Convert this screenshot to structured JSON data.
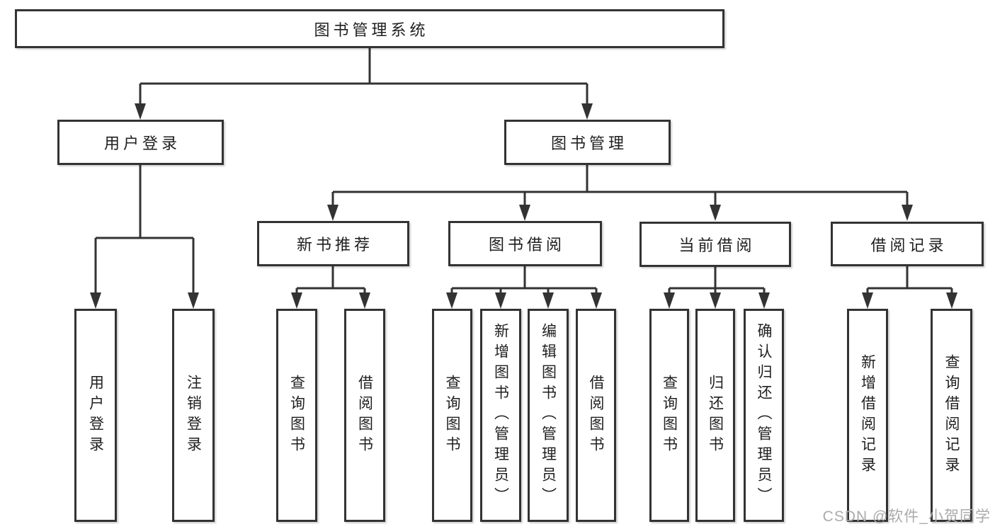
{
  "tree": {
    "label": "图书管理系统",
    "children": [
      {
        "label": "用户登录",
        "children": [
          {
            "label": "用户登录"
          },
          {
            "label": "注销登录"
          }
        ]
      },
      {
        "label": "图书管理",
        "children": [
          {
            "label": "新书推荐",
            "children": [
              {
                "label": "查询图书"
              },
              {
                "label": "借阅图书"
              }
            ]
          },
          {
            "label": "图书借阅",
            "children": [
              {
                "label": "查询图书"
              },
              {
                "label": "新增图书（管理员）"
              },
              {
                "label": "编辑图书（管理员）"
              },
              {
                "label": "借阅图书"
              }
            ]
          },
          {
            "label": "当前借阅",
            "children": [
              {
                "label": "查询图书"
              },
              {
                "label": "归还图书"
              },
              {
                "label": "确认归还（管理员）"
              }
            ]
          },
          {
            "label": "借阅记录",
            "children": [
              {
                "label": "新增借阅记录"
              },
              {
                "label": "查询借阅记录"
              }
            ]
          }
        ]
      }
    ]
  },
  "watermark": {
    "text": "CSDN @软件_小贺同学"
  },
  "colors": {
    "line": "#333333",
    "box_border": "#333333",
    "box_fill": "#ffffff",
    "text": "#1f1f1f",
    "watermark": "#ababab",
    "background": "#ffffff"
  }
}
